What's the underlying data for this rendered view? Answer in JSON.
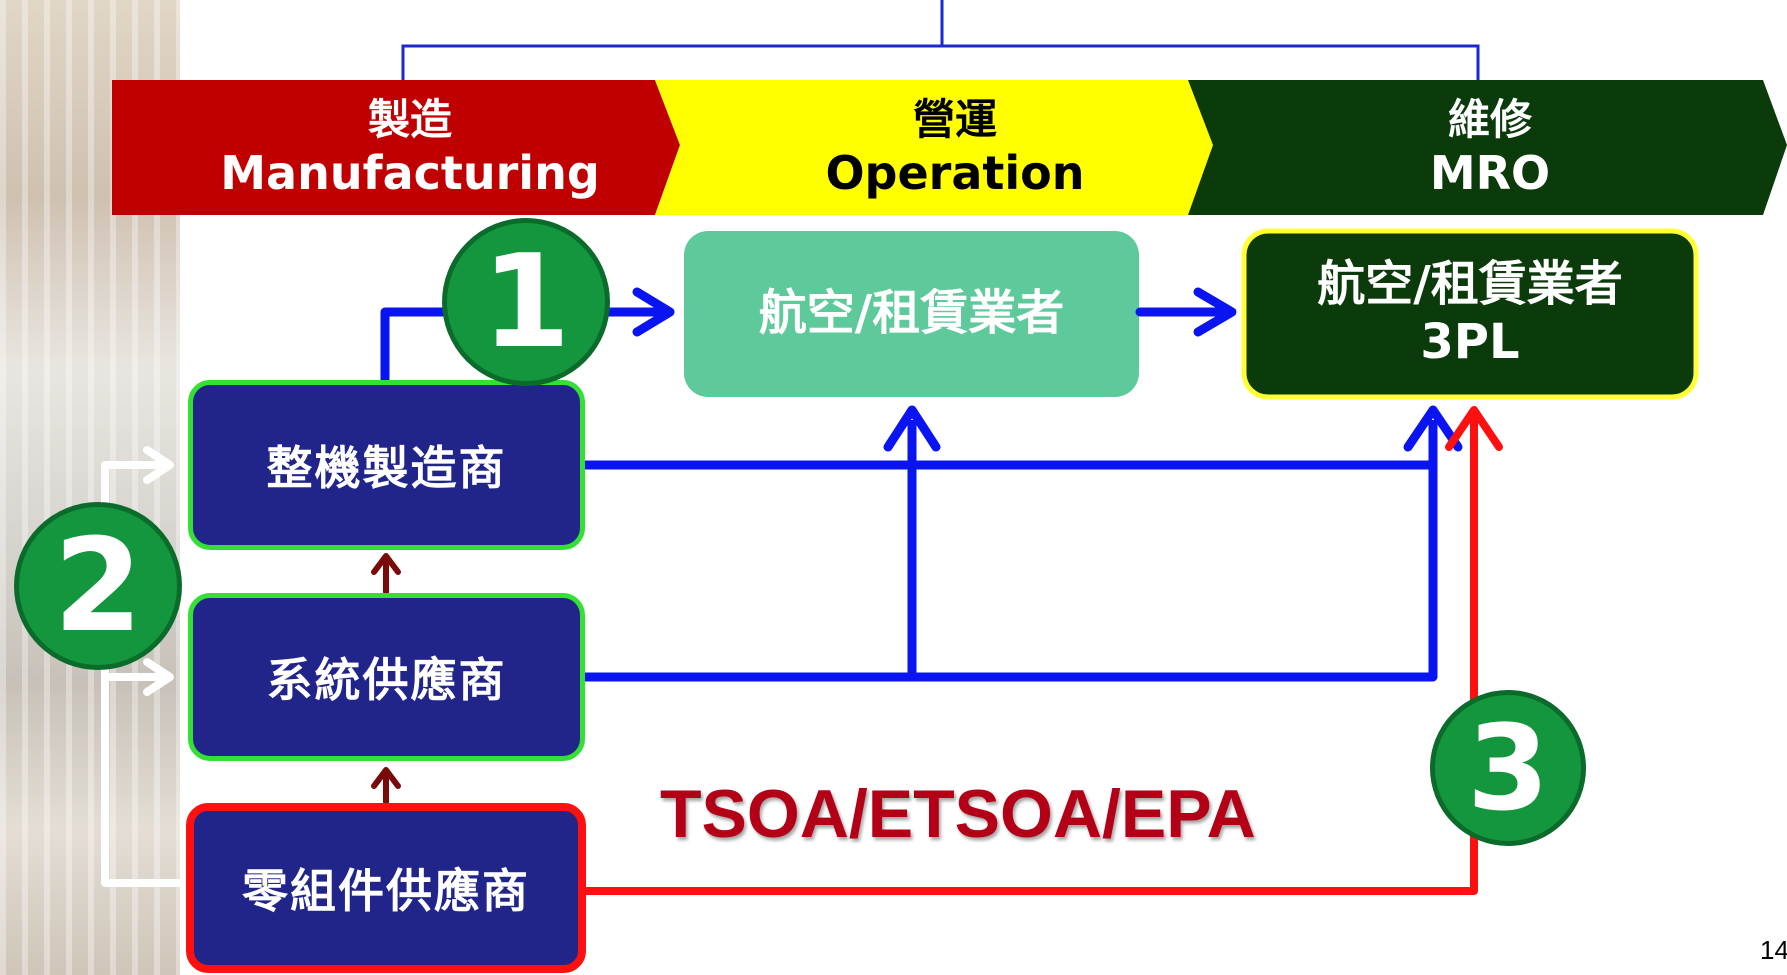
{
  "stages": {
    "manufacturing": {
      "zh": "製造",
      "en": "Manufacturing",
      "color": "#c00000"
    },
    "operation": {
      "zh": "營運",
      "en": "Operation",
      "color": "#ffff00"
    },
    "mro": {
      "zh": "維修",
      "en": "MRO",
      "color": "#0b3a0b"
    }
  },
  "nodes": {
    "airline_lessor": "航空/租賃業者",
    "mro_line1": "航空/租賃業者",
    "mro_line2": "3PL",
    "oem": "整機製造商",
    "system_supplier": "系統供應商",
    "parts_supplier": "零組件供應商"
  },
  "markers": {
    "one": "1",
    "two": "2",
    "three": "3"
  },
  "tsoa_label": "TSOA/ETSOA/EPA",
  "page_number": "14",
  "colors": {
    "blue_arrow": "#0a14f0",
    "red_arrow": "#ff1010",
    "dark_red_arrow": "#7a0a0a",
    "circle_green": "#14963f"
  }
}
